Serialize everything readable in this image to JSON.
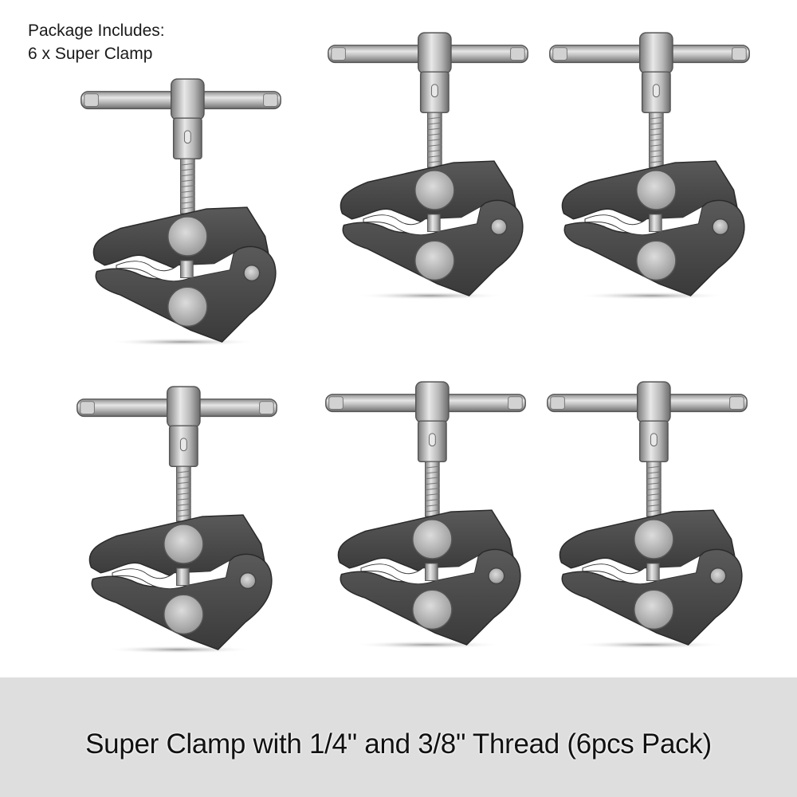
{
  "package_info": {
    "heading": "Package Includes:",
    "contents": "6 x Super Clamp"
  },
  "product": {
    "title": "Super Clamp with 1/4\" and 3/8\" Thread (6pcs Pack)",
    "quantity": 6,
    "item_name": "Super Clamp"
  },
  "images": [
    {
      "name": "super-clamp-1",
      "position": "top-left"
    },
    {
      "name": "super-clamp-2",
      "position": "top-middle"
    },
    {
      "name": "super-clamp-3",
      "position": "top-right"
    },
    {
      "name": "super-clamp-4",
      "position": "bottom-left"
    },
    {
      "name": "super-clamp-5",
      "position": "bottom-middle"
    },
    {
      "name": "super-clamp-6",
      "position": "bottom-right"
    }
  ],
  "colors": {
    "background": "#ffffff",
    "banner": "#dedede",
    "text": "#111111",
    "clamp_body": "#4a4a4a",
    "metal": "#c8c8c8"
  }
}
